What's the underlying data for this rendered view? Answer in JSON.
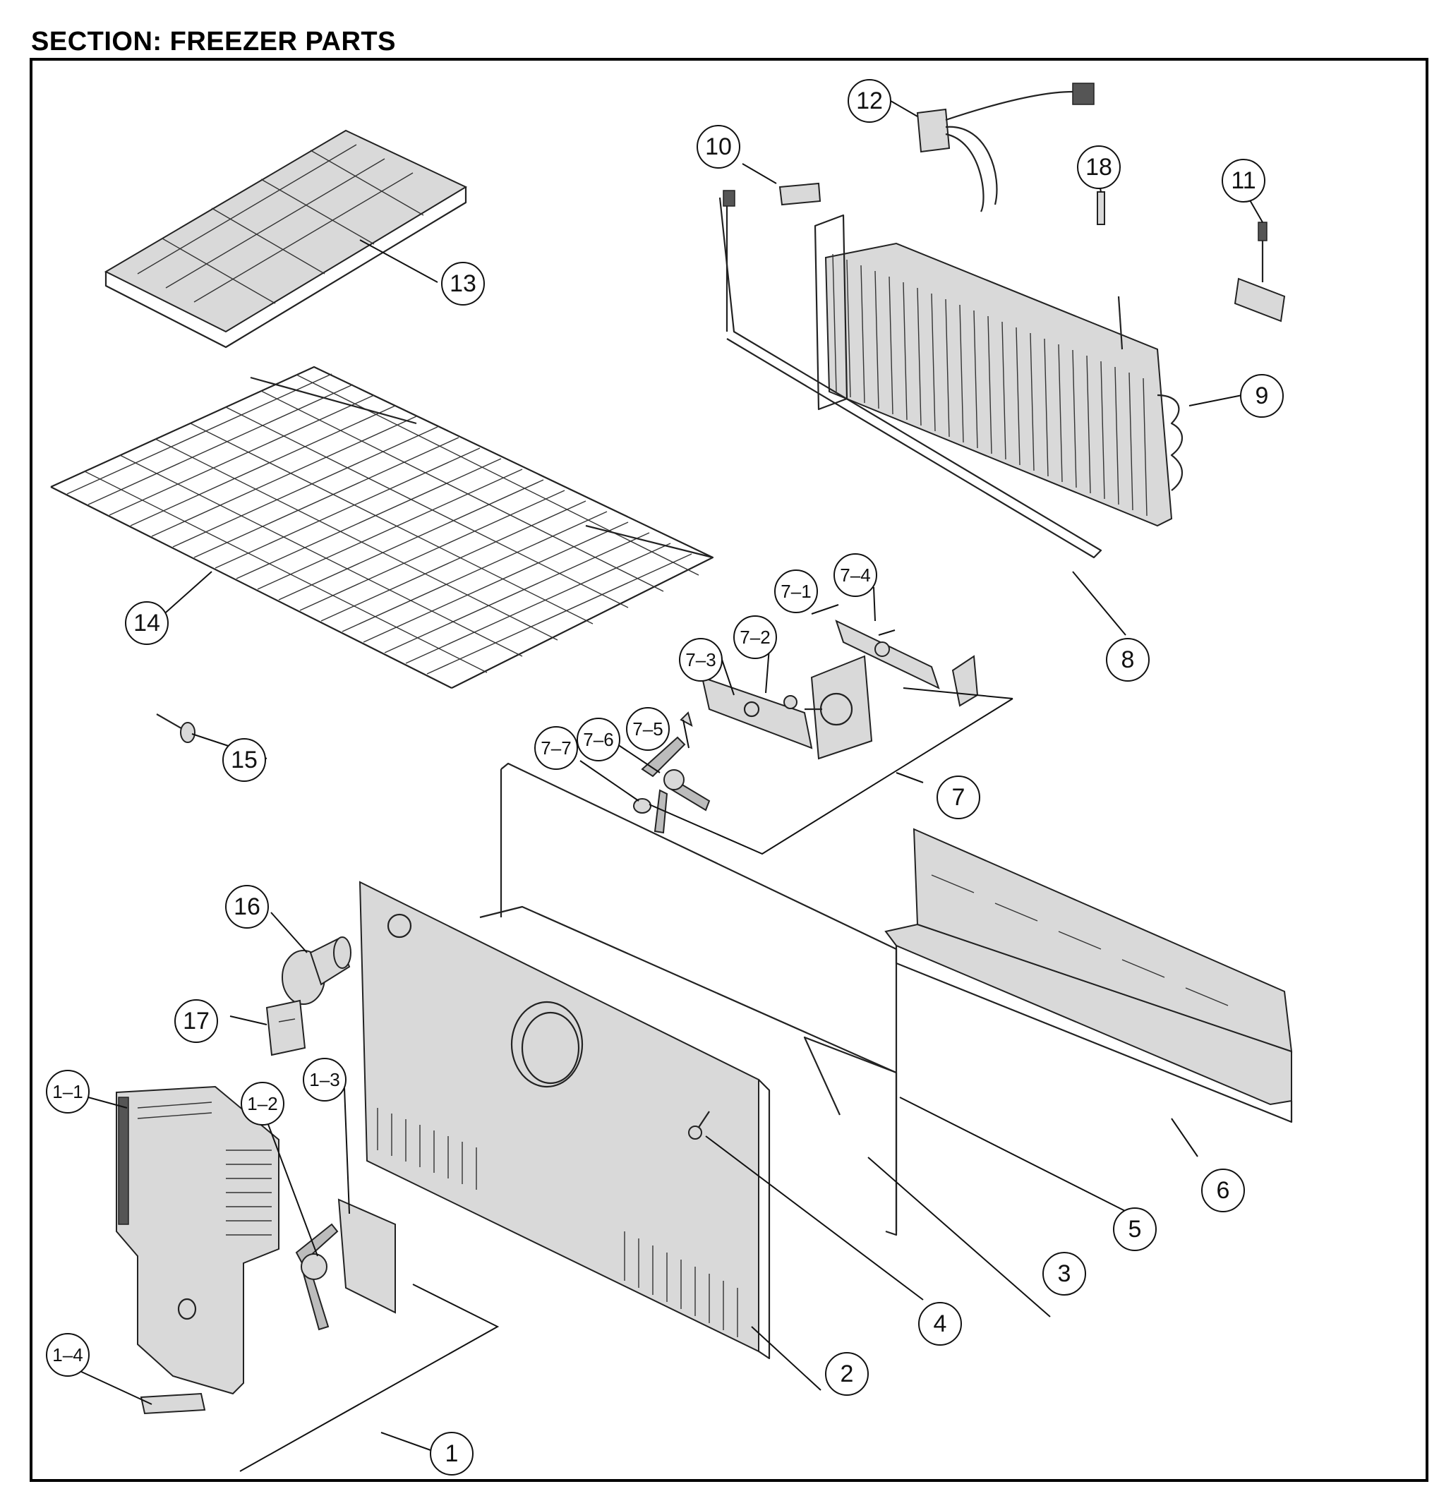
{
  "title": "SECTION: FREEZER PARTS",
  "callouts": {
    "c1": "1",
    "c1_1": "1–1",
    "c1_2": "1–2",
    "c1_3": "1–3",
    "c1_4": "1–4",
    "c2": "2",
    "c3": "3",
    "c4": "4",
    "c5": "5",
    "c6": "6",
    "c7": "7",
    "c7_1": "7–1",
    "c7_2": "7–2",
    "c7_3": "7–3",
    "c7_4": "7–4",
    "c7_5": "7–5",
    "c7_6": "7–6",
    "c7_7": "7–7",
    "c8": "8",
    "c9": "9",
    "c10": "10",
    "c11": "11",
    "c12": "12",
    "c13": "13",
    "c14": "14",
    "c15": "15",
    "c16": "16",
    "c17": "17",
    "c18": "18"
  }
}
